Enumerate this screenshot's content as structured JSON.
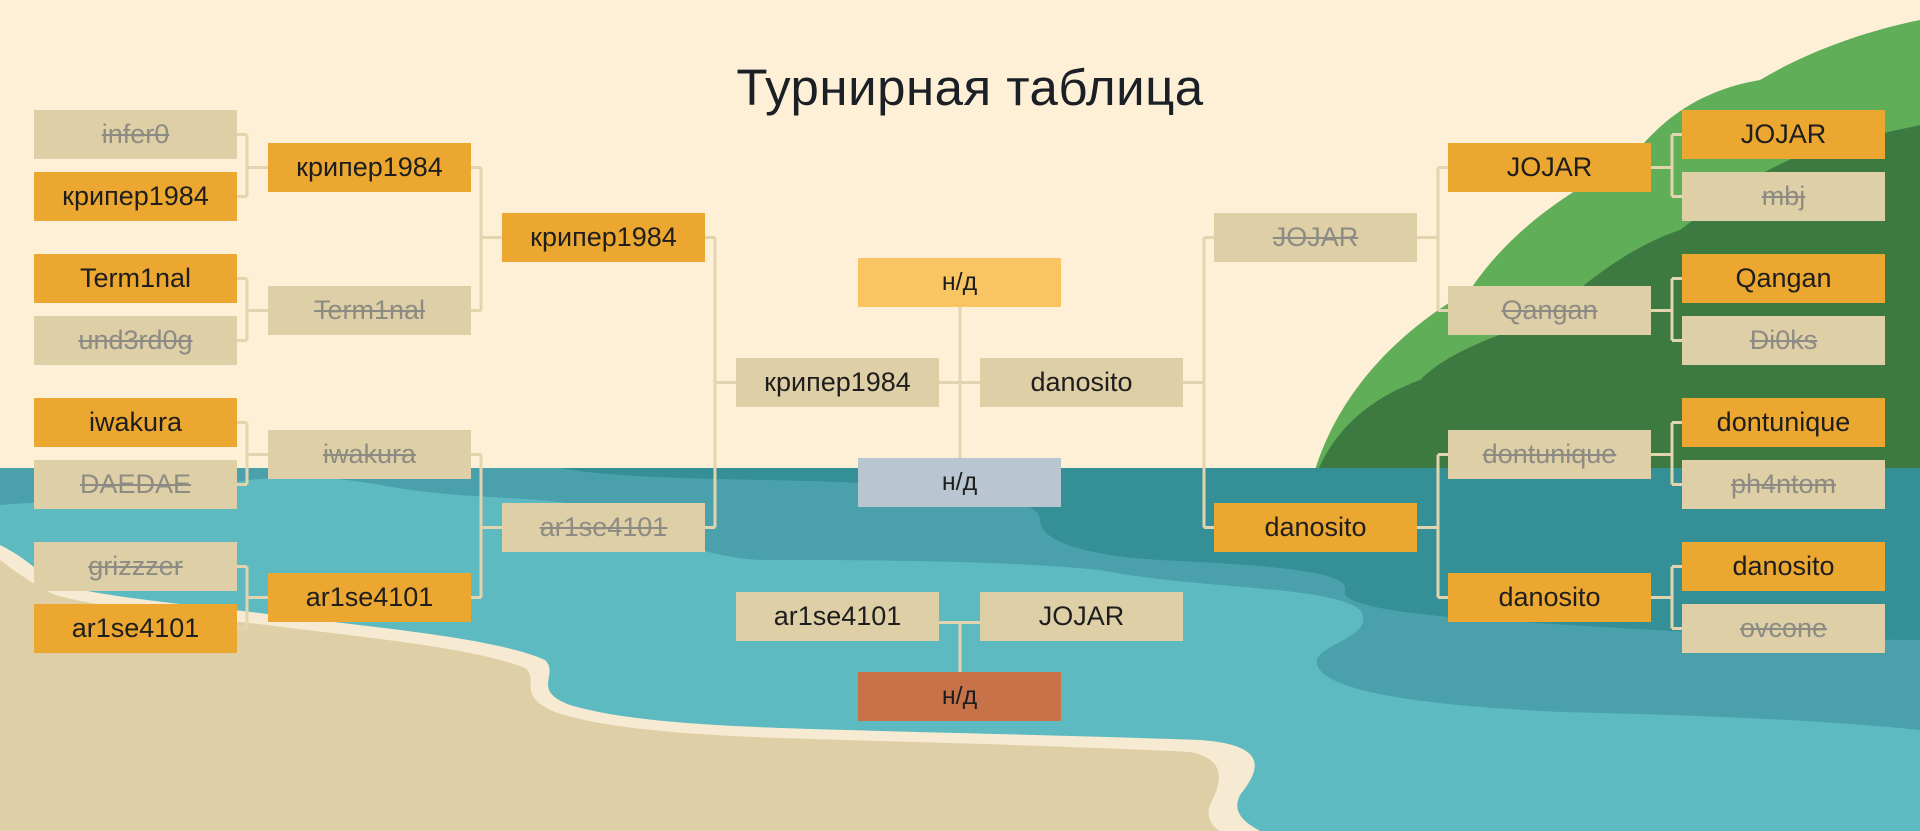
{
  "title": "Турнирная таблица",
  "placeholder": "н/д",
  "left": {
    "round1": [
      [
        "infer0",
        "крипер1984"
      ],
      [
        "Term1nal",
        "und3rd0g"
      ],
      [
        "iwakura",
        "DAEDAE"
      ],
      [
        "grizzzer",
        "ar1se4101"
      ]
    ],
    "round1_winner": [
      1,
      0,
      0,
      1
    ],
    "round2": [
      [
        "крипер1984",
        "Term1nal"
      ],
      [
        "iwakura",
        "ar1se4101"
      ]
    ],
    "round2_winner": [
      0,
      1
    ],
    "round3": [
      "крипер1984",
      "ar1se4101"
    ],
    "round3_winner": 0
  },
  "right": {
    "round1": [
      [
        "JOJAR",
        "mbj"
      ],
      [
        "Qangan",
        "Di0ks"
      ],
      [
        "dontunique",
        "ph4ntom"
      ],
      [
        "danosito",
        "ovcone"
      ]
    ],
    "round1_winner": [
      0,
      0,
      0,
      0
    ],
    "round2": [
      [
        "JOJAR",
        "Qangan"
      ],
      [
        "dontunique",
        "danosito"
      ]
    ],
    "round2_winner": [
      0,
      1
    ],
    "round3": [
      "JOJAR",
      "danosito"
    ],
    "round3_winner": 1
  },
  "final": {
    "players": [
      "крипер1984",
      "danosito"
    ],
    "first_place": "н/д",
    "second_place": "н/д"
  },
  "third_place_match": {
    "players": [
      "ar1se4101",
      "JOJAR"
    ],
    "third_place": "н/д"
  },
  "colors": {
    "background": "#fdf0d6",
    "winner": "#eba72f",
    "loser": "#dfcfa6",
    "first": "#f9c563",
    "second": "#b9c6d1",
    "third": "#c77249",
    "connector": "#e2d4ae"
  }
}
